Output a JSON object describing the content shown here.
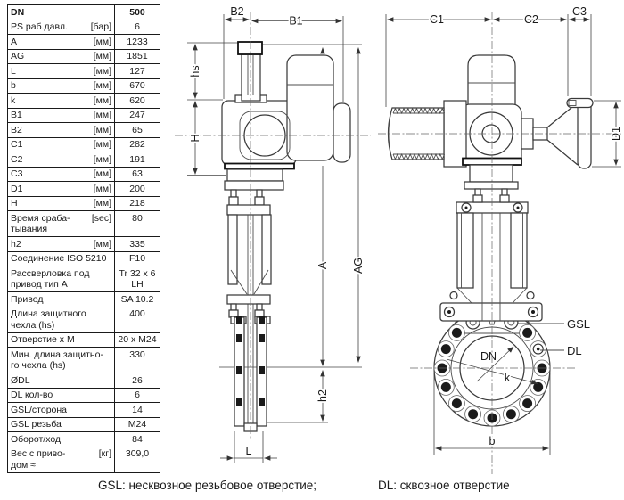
{
  "table": {
    "rows": [
      {
        "name": "DN",
        "unit": "",
        "value": "500"
      },
      {
        "name": "PS раб.давл.",
        "unit": "[бар]",
        "value": "6"
      },
      {
        "name": "A",
        "unit": "[мм]",
        "value": "1233"
      },
      {
        "name": "AG",
        "unit": "[мм]",
        "value": "1851"
      },
      {
        "name": "L",
        "unit": "[мм]",
        "value": "127"
      },
      {
        "name": "b",
        "unit": "[мм]",
        "value": "670"
      },
      {
        "name": "k",
        "unit": "[мм]",
        "value": "620"
      },
      {
        "name": "B1",
        "unit": "[мм]",
        "value": "247"
      },
      {
        "name": "B2",
        "unit": "[мм]",
        "value": "65"
      },
      {
        "name": "C1",
        "unit": "[мм]",
        "value": "282"
      },
      {
        "name": "C2",
        "unit": "[мм]",
        "value": "191"
      },
      {
        "name": "C3",
        "unit": "[мм]",
        "value": "63"
      },
      {
        "name": "D1",
        "unit": "[мм]",
        "value": "200"
      },
      {
        "name": "H",
        "unit": "[мм]",
        "value": "218"
      },
      {
        "name": "Время сраба-\nтывания",
        "unit": "[sec]",
        "value": "80"
      },
      {
        "name": "h2",
        "unit": "[мм]",
        "value": "335"
      },
      {
        "name": "Соединение ISO 5210",
        "unit": "",
        "value": "F10"
      },
      {
        "name": "Рассверловка под\nпривод тип A",
        "unit": "",
        "value": "Tr 32 x 6\nLH"
      },
      {
        "name": "Привод",
        "unit": "",
        "value": "SA 10.2"
      },
      {
        "name": "Длина защитного\nчехла (hs)",
        "unit": "",
        "value": "400"
      },
      {
        "name": "Отверстие x M",
        "unit": "",
        "value": "20 x M24"
      },
      {
        "name": "Мин. длина защитно-\nго чехла (hs)",
        "unit": "",
        "value": "330"
      },
      {
        "name": "ØDL",
        "unit": "",
        "value": "26"
      },
      {
        "name": "DL кол-во",
        "unit": "",
        "value": "6"
      },
      {
        "name": "GSL/сторона",
        "unit": "",
        "value": "14"
      },
      {
        "name": "GSL резьба",
        "unit": "",
        "value": "M24"
      },
      {
        "name": "Оборот/ход",
        "unit": "",
        "value": "84"
      },
      {
        "name": "Вес с приво-\nдом ≈",
        "unit": "[кг]",
        "value": "309,0"
      }
    ]
  },
  "drawing": {
    "labels": {
      "b1": "B1",
      "b2": "B2",
      "c1": "C1",
      "c2": "C2",
      "c3": "C3",
      "d1": "D1",
      "hs": "hs",
      "h": "H",
      "a": "A",
      "ag": "AG",
      "h2": "h2",
      "l": "L",
      "b": "b",
      "k": "k",
      "dn": "DN",
      "gsl": "GSL",
      "dl": "DL"
    }
  },
  "caption": {
    "gsl": "GSL: несквозное резьбовое отверстие;",
    "dl": "DL: сквозное отверстие"
  }
}
